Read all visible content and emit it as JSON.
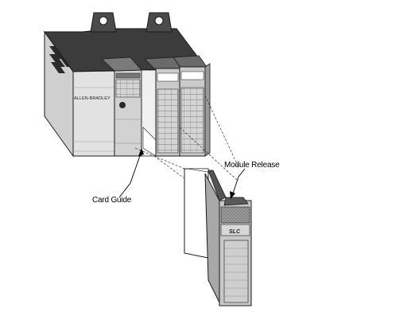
{
  "labels": {
    "card_guide": "Card Guide",
    "module_release": "Module Release"
  },
  "chassis": {
    "brand_text": "ALLEN-BRADLEY"
  },
  "colors": {
    "outline": "#1a1a1a",
    "face_light": "#dcdcdc",
    "face_mid": "#b8b8b8",
    "face_dark": "#6a6a6a",
    "top_dark": "#3c3c3c",
    "module_face": "#c8c8c8",
    "card_white": "#ffffff"
  }
}
